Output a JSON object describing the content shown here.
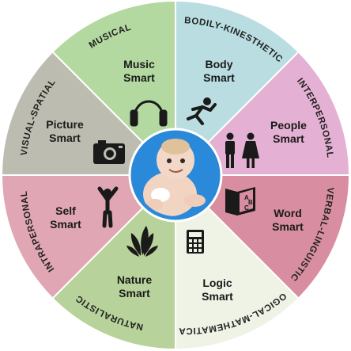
{
  "colors": {
    "musical": "#b3d9a0",
    "bodily": "#b9dde0",
    "interpersonal": "#e4b0d3",
    "verbal": "#d88ea0",
    "logical": "#eef3e6",
    "naturalistic": "#b7d29a",
    "intrapersonal": "#e1a6b4",
    "visual": "#bcbcb0",
    "center": "#2a89d9",
    "outline": "#ffffff"
  },
  "ring_labels": {
    "musical": "MUSICAL",
    "bodily": "BODILY-KINESTHETIC",
    "interpersonal": "INTERPERSONAL",
    "verbal": "VERBAL-LINGUISTIC",
    "logical": "LOGICAL-MATHEMATICAL",
    "naturalistic": "NATURALISTIC",
    "intrapersonal": "INTRAPERSONAL",
    "visual": "VISUAL-SPATIAL"
  },
  "segments": {
    "music": {
      "line1": "Music",
      "line2": "Smart",
      "icon": "headphones-icon"
    },
    "body": {
      "line1": "Body",
      "line2": "Smart",
      "icon": "running-person-icon"
    },
    "people": {
      "line1": "People",
      "line2": "Smart",
      "icon": "man-woman-icon"
    },
    "word": {
      "line1": "Word",
      "line2": "Smart",
      "icon": "abc-book-icon"
    },
    "logic": {
      "line1": "Logic",
      "line2": "Smart",
      "icon": "calculator-icon"
    },
    "nature": {
      "line1": "Nature",
      "line2": "Smart",
      "icon": "leaves-icon"
    },
    "self": {
      "line1": "Self",
      "line2": "Smart",
      "icon": "arms-raised-person-icon"
    },
    "picture": {
      "line1": "Picture",
      "line2": "Smart",
      "icon": "camera-icon"
    }
  },
  "center": {
    "icon": "baby-icon"
  }
}
